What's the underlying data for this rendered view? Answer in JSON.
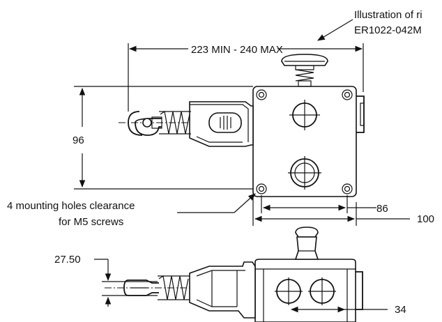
{
  "labels": {
    "illustration_line1": "Illustration of ri",
    "illustration_line2": "ER1022-042M",
    "length_dim": "223 MIN - 240 MAX",
    "height_dim": "96",
    "holes_line1": "4 mounting holes clearance",
    "holes_line2": "for M5 screws",
    "hole_spacing_dim": "86",
    "width_dim": "100",
    "depth_dim": "27.50",
    "side_spacing_dim": "34"
  }
}
